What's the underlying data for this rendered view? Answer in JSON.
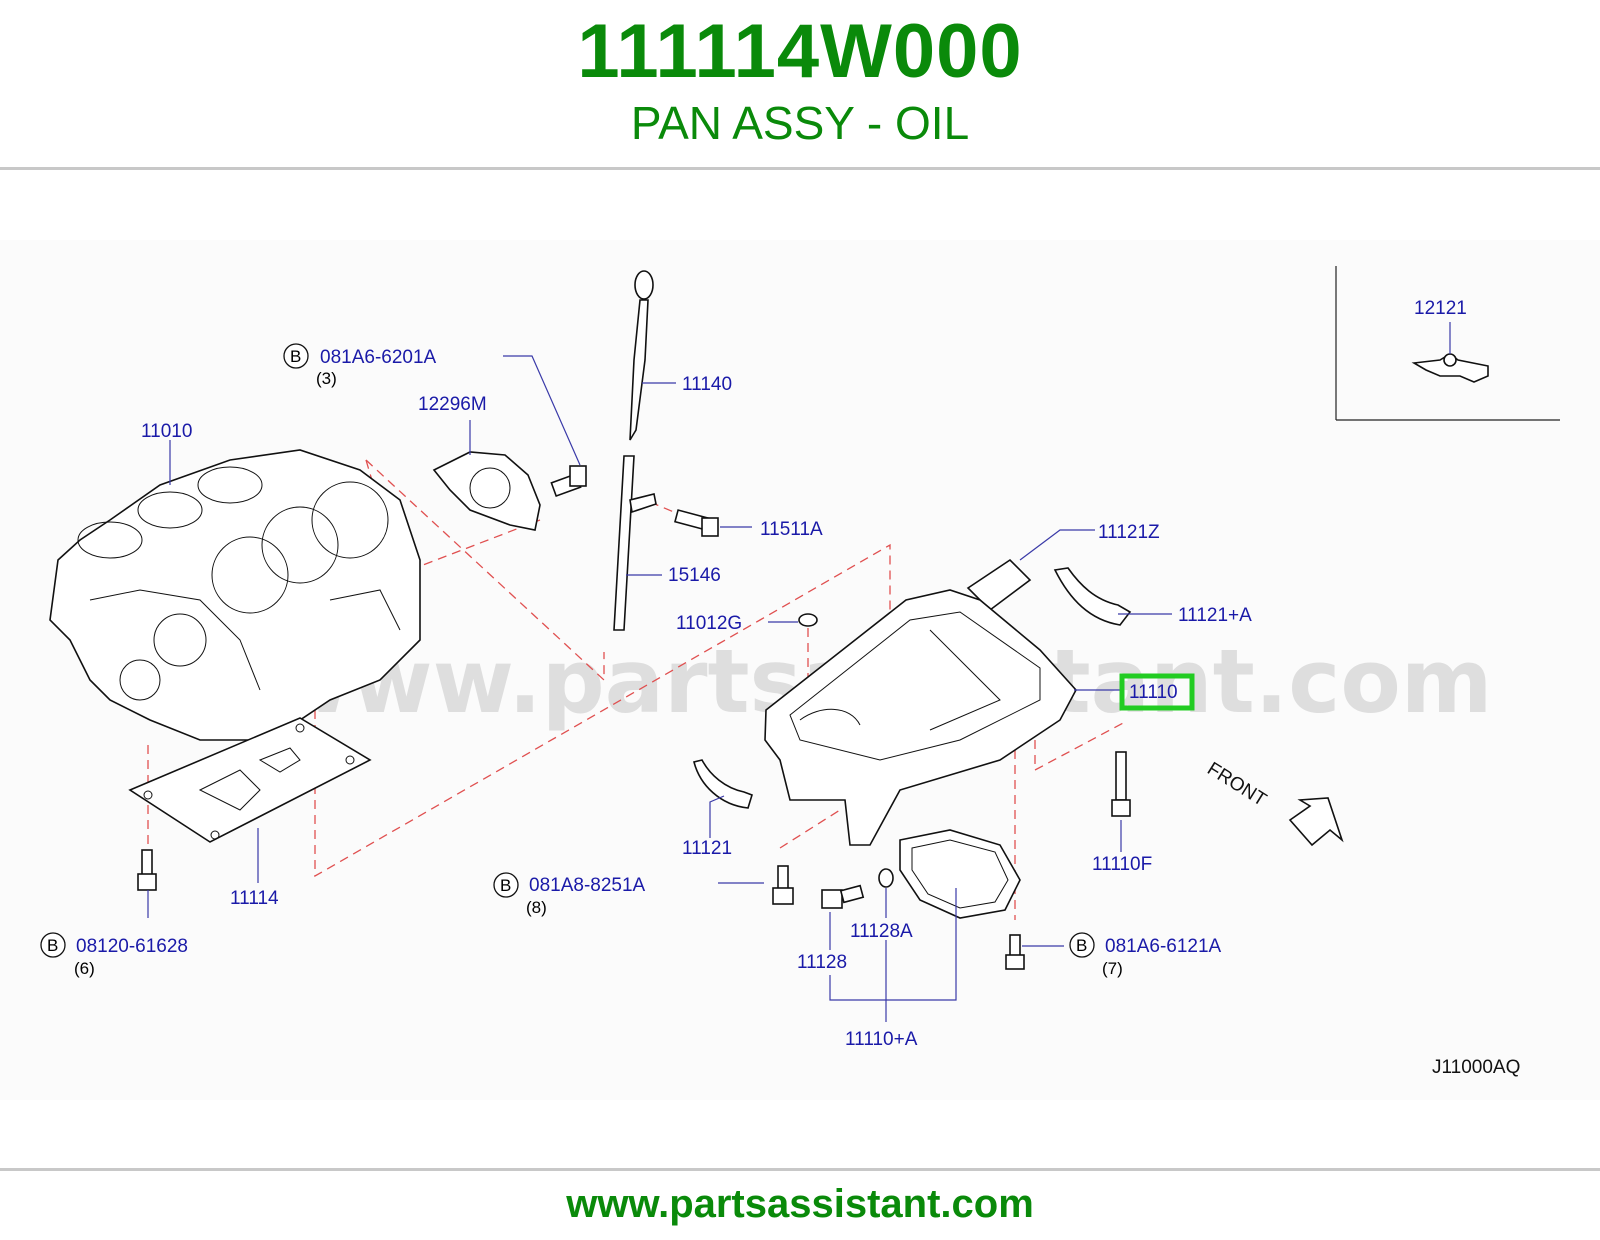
{
  "header": {
    "part_number": "111114W000",
    "part_name": "PAN ASSY - OIL"
  },
  "watermark": "www.partsassistant.com",
  "footer": {
    "url": "www.partsassistant.com"
  },
  "diagram": {
    "reference_code": "J11000AQ",
    "direction_label": "FRONT",
    "highlighted_part": "11110",
    "highlight_color": "#22cc22",
    "labels": {
      "p11010": "11010",
      "p12296M": "12296M",
      "p11140": "11140",
      "p11511A": "11511A",
      "p15146": "15146",
      "p11012G": "11012G",
      "p11121Z": "11121Z",
      "p11121A": "11121+A",
      "p11110": "11110",
      "p11110F": "11110F",
      "p11121": "11121",
      "p11114": "11114",
      "p11128": "11128",
      "p11128A": "11128A",
      "p11110A": "11110+A",
      "p12121": "12121"
    },
    "bolts": {
      "b1": {
        "symbol": "B",
        "code": "081A6-6201A",
        "qty": "(3)"
      },
      "b2": {
        "symbol": "B",
        "code": "081A8-8251A",
        "qty": "(8)"
      },
      "b3": {
        "symbol": "B",
        "code": "08120-61628",
        "qty": "(6)"
      },
      "b4": {
        "symbol": "B",
        "code": "081A6-6121A",
        "qty": "(7)"
      }
    }
  }
}
